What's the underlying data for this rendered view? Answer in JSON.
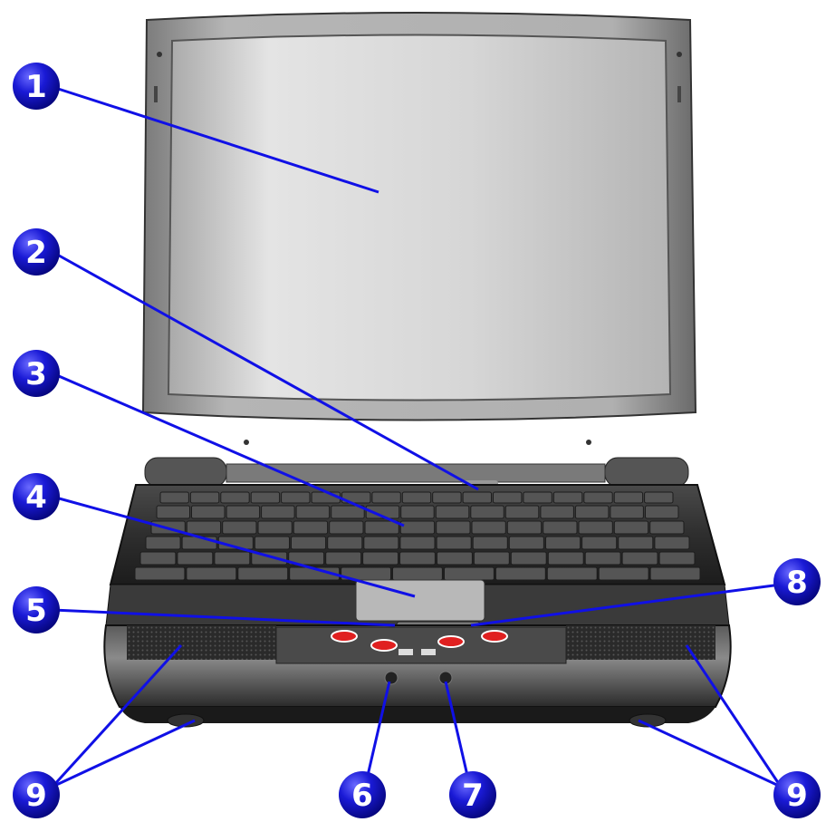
{
  "figure": {
    "subject": "laptop-front-view",
    "colors": {
      "callout_fill": "#1a1ad6",
      "callout_dark": "#05057a",
      "leader_line": "#1010e6",
      "lid": "#9a9a9a",
      "screen": "#cfcfcf",
      "chassis": "#3a3a3a",
      "keys": "#555555",
      "touchpad": "#b8b8b8",
      "button_red": "#e02020"
    },
    "callouts": [
      {
        "id": "c1",
        "label": "1"
      },
      {
        "id": "c2",
        "label": "2"
      },
      {
        "id": "c3",
        "label": "3"
      },
      {
        "id": "c4",
        "label": "4"
      },
      {
        "id": "c5",
        "label": "5"
      },
      {
        "id": "c6",
        "label": "6"
      },
      {
        "id": "c7",
        "label": "7"
      },
      {
        "id": "c8",
        "label": "8"
      },
      {
        "id": "c9-left",
        "label": "9"
      },
      {
        "id": "c9-right",
        "label": "9"
      }
    ]
  }
}
